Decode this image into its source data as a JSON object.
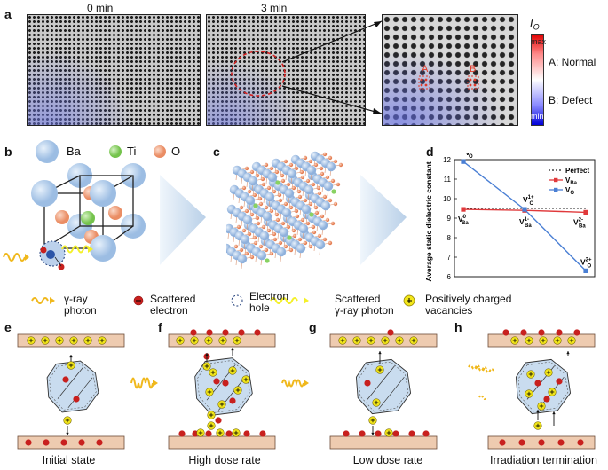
{
  "panels": {
    "a": "a",
    "b": "b",
    "c": "c",
    "d": "d",
    "e": "e",
    "f": "f",
    "g": "g",
    "h": "h"
  },
  "panel_a": {
    "time_0": "0 min",
    "time_3": "3 min",
    "colorbar_label": "I",
    "colorbar_label_sub": "O",
    "colorbar_max": "max",
    "colorbar_min": "min",
    "marker_a": "A",
    "marker_b": "B",
    "legend_a": "A: Normal",
    "legend_b": "B: Defect"
  },
  "panel_b": {
    "ba": "Ba",
    "ti": "Ti",
    "o": "O",
    "colors": {
      "ba": "#a9c8ea",
      "ti": "#8ed46a",
      "o": "#f0a07a"
    }
  },
  "chart_data": {
    "type": "line",
    "ylabel": "Average static dielectric constant",
    "ylim": [
      6,
      12
    ],
    "yticks": [
      "6",
      "7",
      "8",
      "9",
      "10",
      "11",
      "12"
    ],
    "x": [
      0,
      1,
      2
    ],
    "series": [
      {
        "name": "Perfect",
        "values": [
          9.5,
          9.5,
          9.5
        ],
        "style": "dotted",
        "color": "#222222"
      },
      {
        "name": "V",
        "name_sub": "Ba",
        "values": [
          9.45,
          9.4,
          9.3
        ],
        "color": "#e0393b"
      },
      {
        "name": "V",
        "name_sub": "O",
        "values": [
          11.9,
          9.45,
          6.3
        ],
        "color": "#4a7fd4"
      }
    ],
    "annotations": [
      {
        "base": "V",
        "sup": "0",
        "sub": "O"
      },
      {
        "base": "V",
        "sup": "1+",
        "sub": "O"
      },
      {
        "base": "V",
        "sup": "0",
        "sub": "Ba"
      },
      {
        "base": "V",
        "sup": "1-",
        "sub": "Ba"
      },
      {
        "base": "V",
        "sup": "2-",
        "sub": "Ba"
      },
      {
        "base": "V",
        "sup": "2+",
        "sub": "O"
      }
    ]
  },
  "legend": {
    "gamma_photon": "γ-ray\nphoton",
    "scattered_electron": "Scattered\nelectron",
    "electron_hole": "Electron\nhole",
    "scattered_photon": "Scattered\nγ-ray photon",
    "vacancies": "Positively charged\nvacancies"
  },
  "captions": {
    "e": "Initial state",
    "f": "High dose rate",
    "g": "Low dose rate",
    "h": "Irradiation termination"
  },
  "colors": {
    "electrode": "#eecbb0",
    "electrode_border": "#6b4b37",
    "electron": "#c8201e",
    "vacancy": "#f2e61a",
    "grain": "#c9dcef",
    "arrow_yellow": "#f0b81c"
  }
}
